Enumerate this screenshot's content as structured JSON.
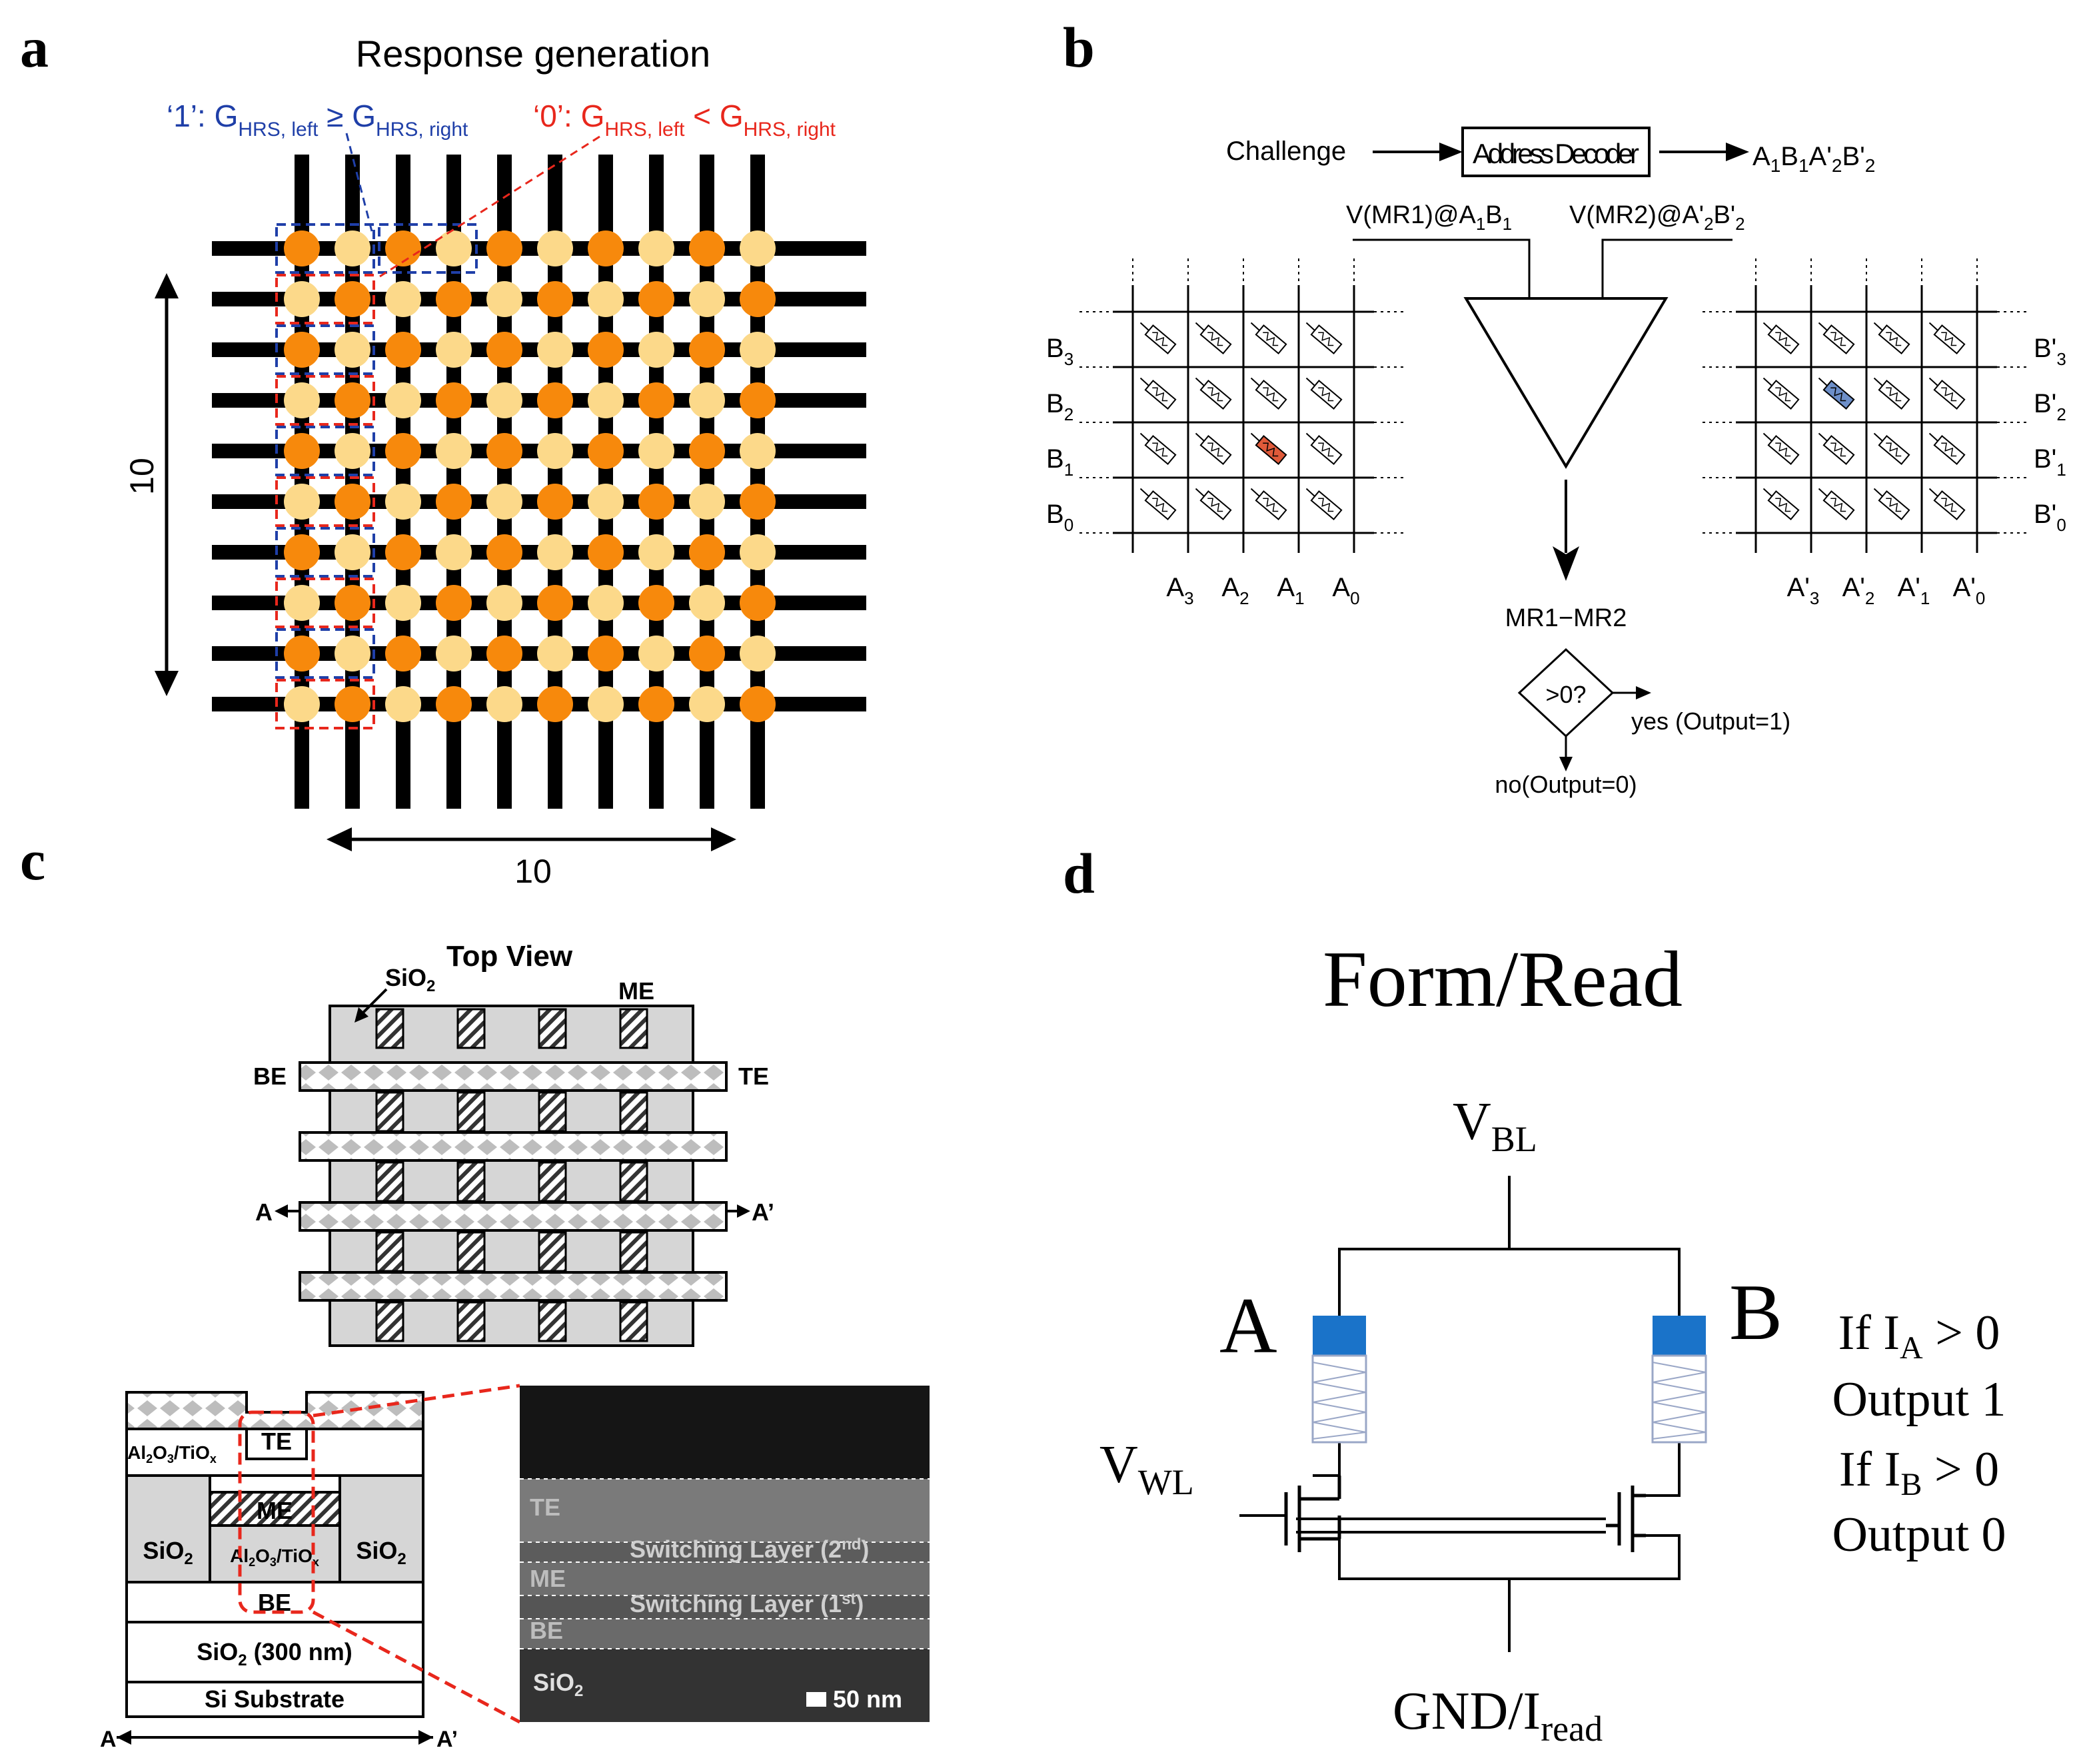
{
  "panel_a": {
    "letter": "a",
    "title": "Response generation",
    "rule_one": {
      "quote": "‘1’: G",
      "sub1": "HRS, left",
      "op": " ≥ G",
      "sub2": "HRS, right"
    },
    "rule_zero": {
      "quote": "‘0’: G",
      "sub1": "HRS, left",
      "op": " < G",
      "sub2": "HRS, right"
    },
    "dim_vertical": "10",
    "dim_horizontal": "10",
    "colors": {
      "bar": "#000000",
      "cell_dark": "#f7890c",
      "cell_light": "#fcd98a",
      "box_blue": "#1f3fa8",
      "box_red": "#e8271c"
    }
  },
  "panel_b": {
    "letter": "b",
    "challenge": "Challenge",
    "decoder": "Address Decoder",
    "address": {
      "a": "A",
      "a_sub": "1",
      "b": "B",
      "b_sub": "1",
      "ap": "A'",
      "ap_sub": "2",
      "bp": "B'",
      "bp_sub": "2"
    },
    "v1": {
      "main": "V(MR1)@A",
      "s1": "1",
      "mid": "B",
      "s2": "1"
    },
    "v2": {
      "main": "V(MR2)@A'",
      "s1": "2",
      "mid": "B'",
      "s2": "2"
    },
    "left_rows": [
      {
        "l": "B",
        "s": "3"
      },
      {
        "l": "B",
        "s": "2"
      },
      {
        "l": "B",
        "s": "1"
      },
      {
        "l": "B",
        "s": "0"
      }
    ],
    "left_cols": [
      {
        "l": "A",
        "s": "3"
      },
      {
        "l": "A",
        "s": "2"
      },
      {
        "l": "A",
        "s": "1"
      },
      {
        "l": "A",
        "s": "0"
      }
    ],
    "right_rows": [
      {
        "l": "B'",
        "s": "3"
      },
      {
        "l": "B'",
        "s": "2"
      },
      {
        "l": "B'",
        "s": "1"
      },
      {
        "l": "B'",
        "s": "0"
      }
    ],
    "right_cols": [
      {
        "l": "A'",
        "s": "3"
      },
      {
        "l": "A'",
        "s": "2"
      },
      {
        "l": "A'",
        "s": "1"
      },
      {
        "l": "A'",
        "s": "0"
      }
    ],
    "diff": "MR1−MR2",
    "compare": ">0?",
    "yes": "yes (Output=1)",
    "no": "no(Output=0)",
    "colors": {
      "red_cell": "#e05a3a",
      "blue_cell": "#6d8fc9"
    }
  },
  "panel_c": {
    "letter": "c",
    "top_view": "Top View",
    "sio2": "SiO",
    "sio2_sub": "2",
    "me": "ME",
    "be": "BE",
    "te": "TE",
    "a": "A",
    "a_prime": "A’",
    "layers": {
      "te": "TE",
      "alo_left": "Al",
      "me": "ME",
      "alo_mid": "Al",
      "sio2_left": "SiO",
      "sio2_right": "SiO",
      "be": "BE",
      "sio2_300": "SiO",
      "sio2_300_tail": " (300 nm)",
      "si_sub": "Si Substrate",
      "sub2": "2",
      "alo_formula_a": "2",
      "alo_formula_b": "O",
      "alo_formula_c": "3",
      "alo_formula_d": "/TiO",
      "alo_formula_e": "x"
    },
    "tem": {
      "te": "TE",
      "sl2": "Switching Layer (2",
      "sl2_sup": "nd",
      "sl1": "Switching Layer (1",
      "sl1_sup": "st",
      "me": "ME",
      "be": "BE",
      "sio2": "SiO",
      "sio2_sub": "2",
      "scale": "50 nm",
      "close": ")"
    }
  },
  "panel_d": {
    "letter": "d",
    "title": "Form/Read",
    "vbl": "V",
    "vbl_sub": "BL",
    "vwl": "V",
    "vwl_sub": "WL",
    "a": "A",
    "b": "B",
    "gnd": "GND/I",
    "gnd_sub": "read",
    "rule_lines": [
      {
        "pre": "If I",
        "sub": "A",
        "post": " > 0"
      },
      {
        "pre": "Output 1",
        "sub": "",
        "post": ""
      },
      {
        "pre": "If I",
        "sub": "B",
        "post": " > 0"
      },
      {
        "pre": "Output 0",
        "sub": "",
        "post": ""
      }
    ],
    "colors": {
      "cap": "#1a73c9",
      "spring": "#9aa7c7"
    }
  }
}
